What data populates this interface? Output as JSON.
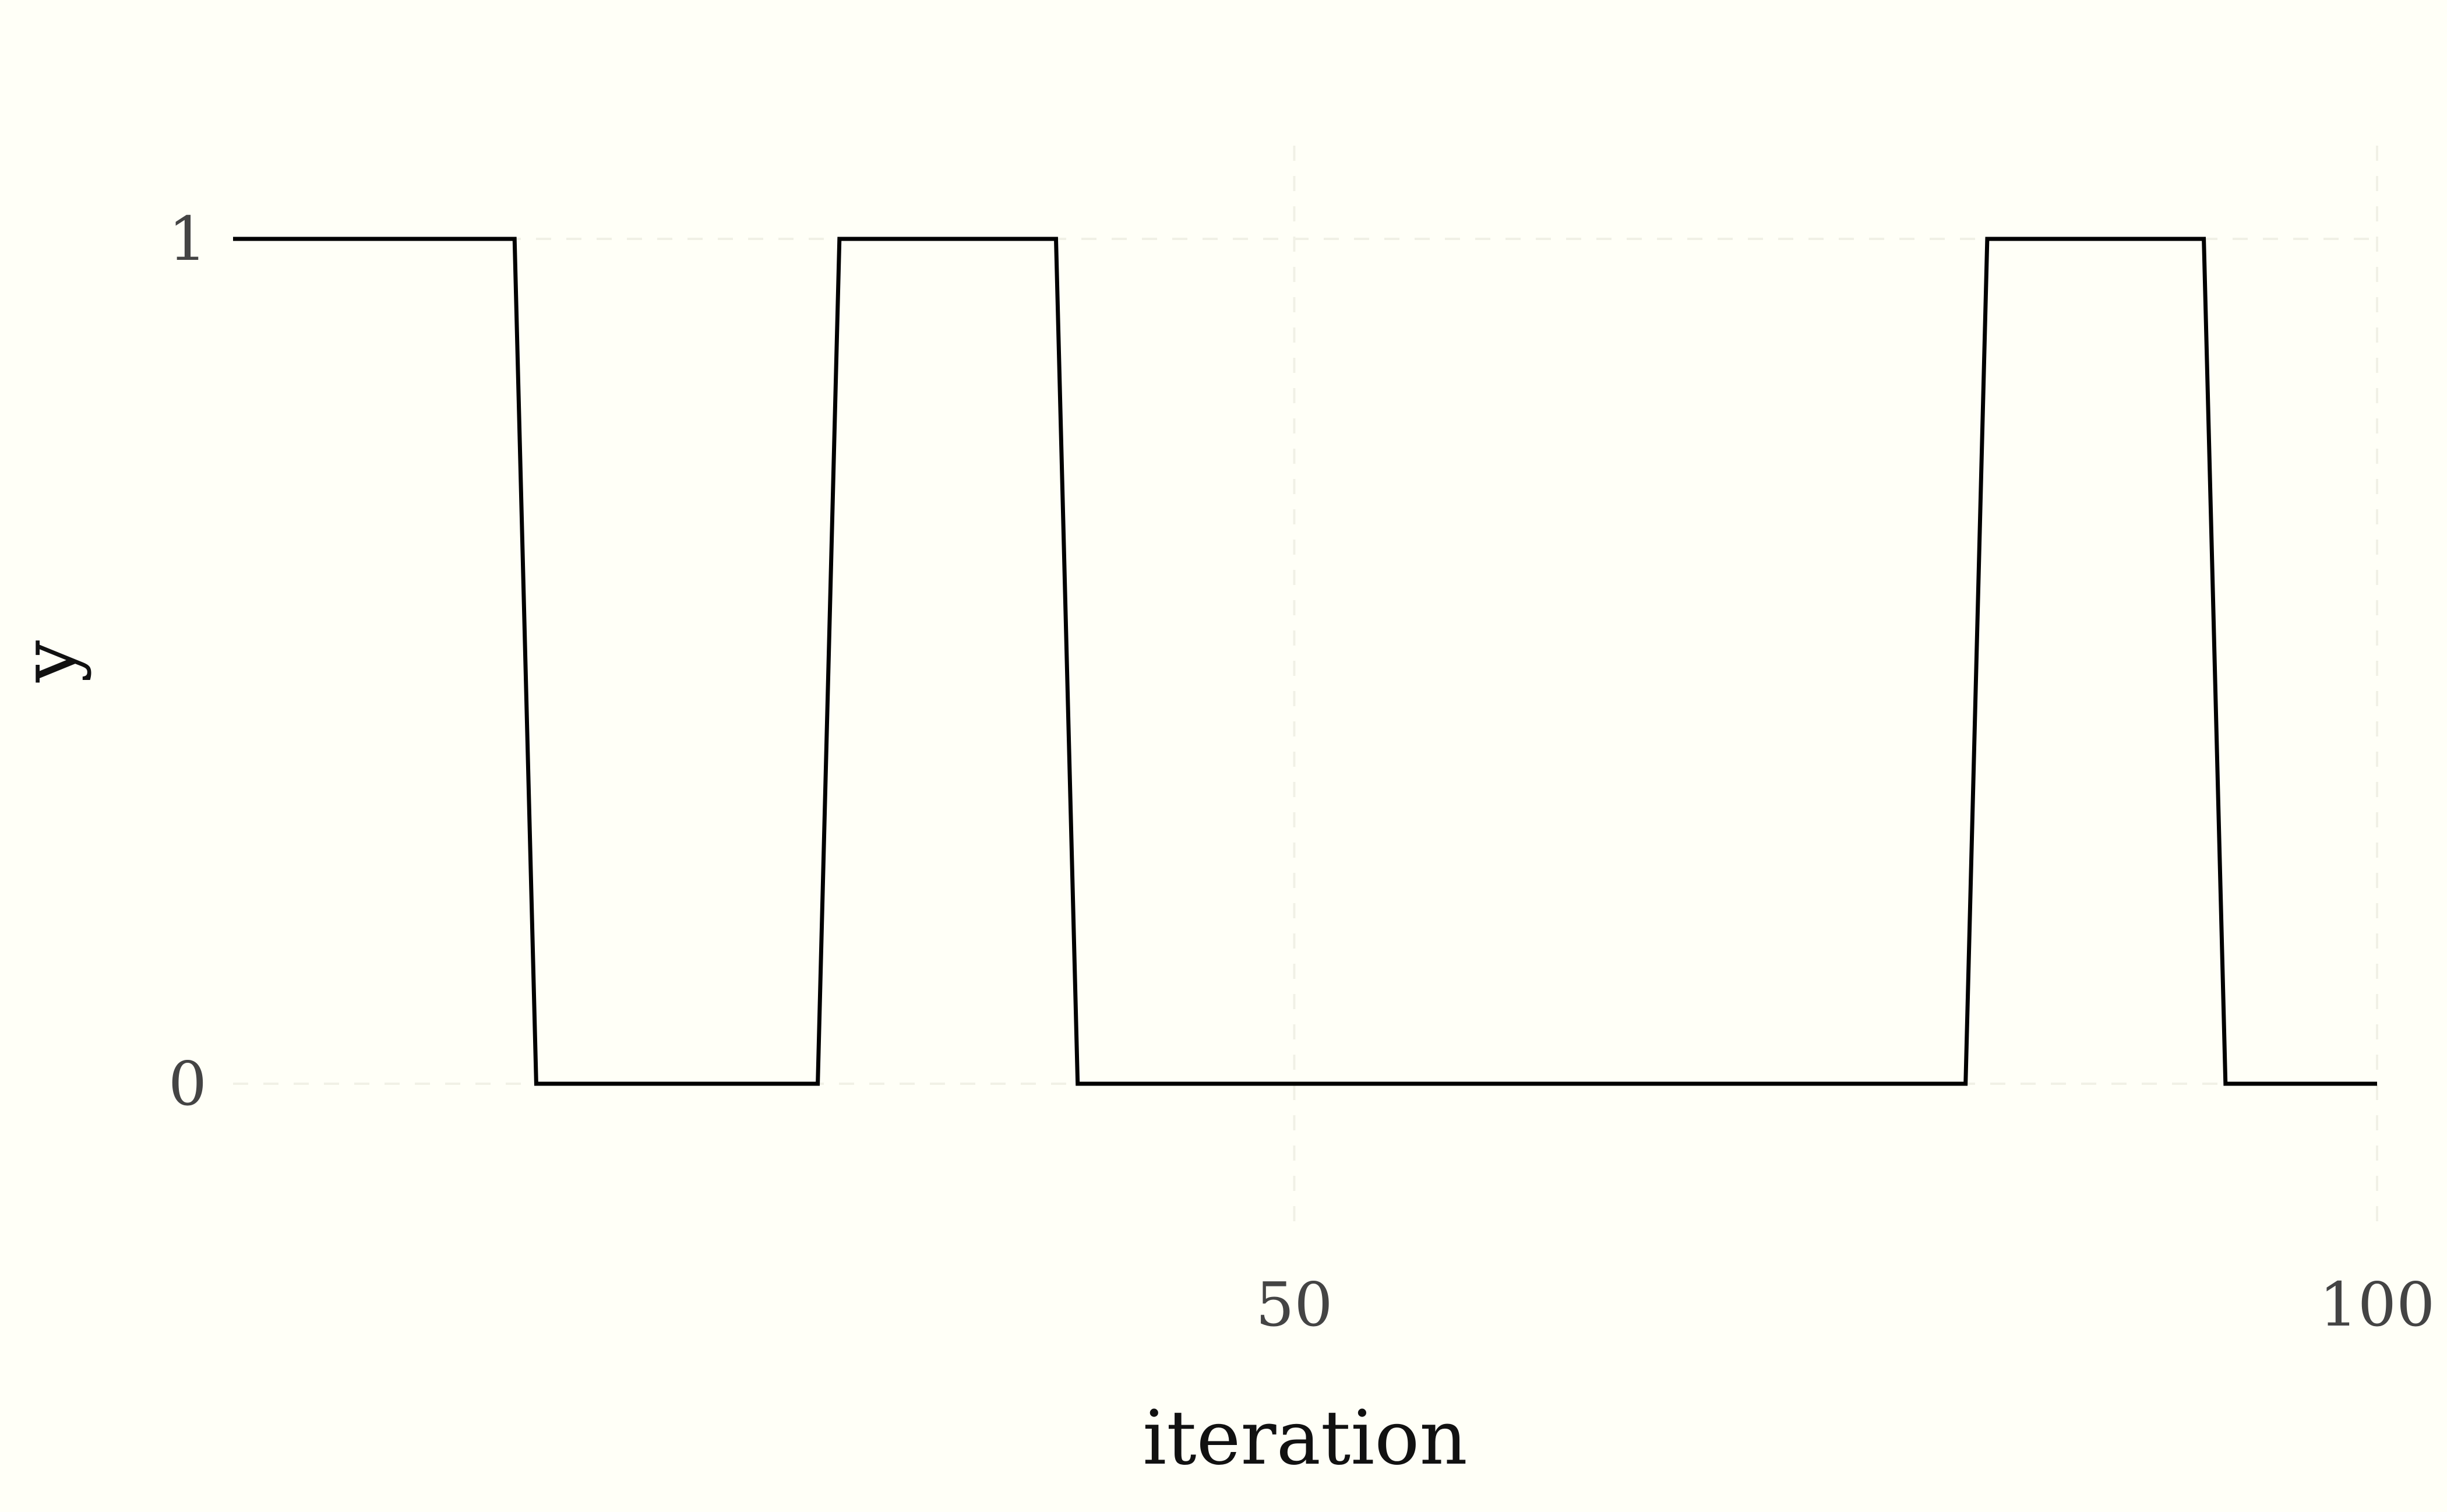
{
  "chart_data": {
    "type": "line",
    "title": "",
    "xlabel": "iteration",
    "ylabel": "y",
    "xlim": [
      1,
      100
    ],
    "ylim": [
      0,
      1
    ],
    "x_ticks": [
      50,
      100
    ],
    "x_tick_labels": [
      "50",
      "100"
    ],
    "y_ticks": [
      0,
      1
    ],
    "y_tick_labels": [
      "0",
      "1"
    ],
    "grid": true,
    "legend": "none",
    "line_color": "#000000",
    "background_color": "#fffff7",
    "series": [
      {
        "x": [
          1,
          2,
          3,
          4,
          5,
          6,
          7,
          8,
          9,
          10,
          11,
          12,
          13,
          14,
          15,
          16,
          17,
          18,
          19,
          20,
          21,
          22,
          23,
          24,
          25,
          26,
          27,
          28,
          29,
          30,
          31,
          32,
          33,
          34,
          35,
          36,
          37,
          38,
          39,
          40,
          41,
          42,
          43,
          44,
          45,
          46,
          47,
          48,
          49,
          50,
          51,
          52,
          53,
          54,
          55,
          56,
          57,
          58,
          59,
          60,
          61,
          62,
          63,
          64,
          65,
          66,
          67,
          68,
          69,
          70,
          71,
          72,
          73,
          74,
          75,
          76,
          77,
          78,
          79,
          80,
          81,
          82,
          83,
          84,
          85,
          86,
          87,
          88,
          89,
          90,
          91,
          92,
          93,
          94,
          95,
          96,
          97,
          98,
          99,
          100
        ],
        "values": [
          1,
          1,
          1,
          1,
          1,
          1,
          1,
          1,
          1,
          1,
          1,
          1,
          1,
          1,
          0,
          0,
          0,
          0,
          0,
          0,
          0,
          0,
          0,
          0,
          0,
          0,
          0,
          0,
          1,
          1,
          1,
          1,
          1,
          1,
          1,
          1,
          1,
          1,
          1,
          0,
          0,
          0,
          0,
          0,
          0,
          0,
          0,
          0,
          0,
          0,
          0,
          0,
          0,
          0,
          0,
          0,
          0,
          0,
          0,
          0,
          0,
          0,
          0,
          0,
          0,
          0,
          0,
          0,
          0,
          0,
          0,
          0,
          0,
          0,
          0,
          0,
          0,
          0,
          0,
          0,
          0,
          1,
          1,
          1,
          1,
          1,
          1,
          1,
          1,
          1,
          1,
          1,
          0,
          0,
          0,
          0,
          0,
          0,
          0,
          0
        ]
      }
    ]
  }
}
